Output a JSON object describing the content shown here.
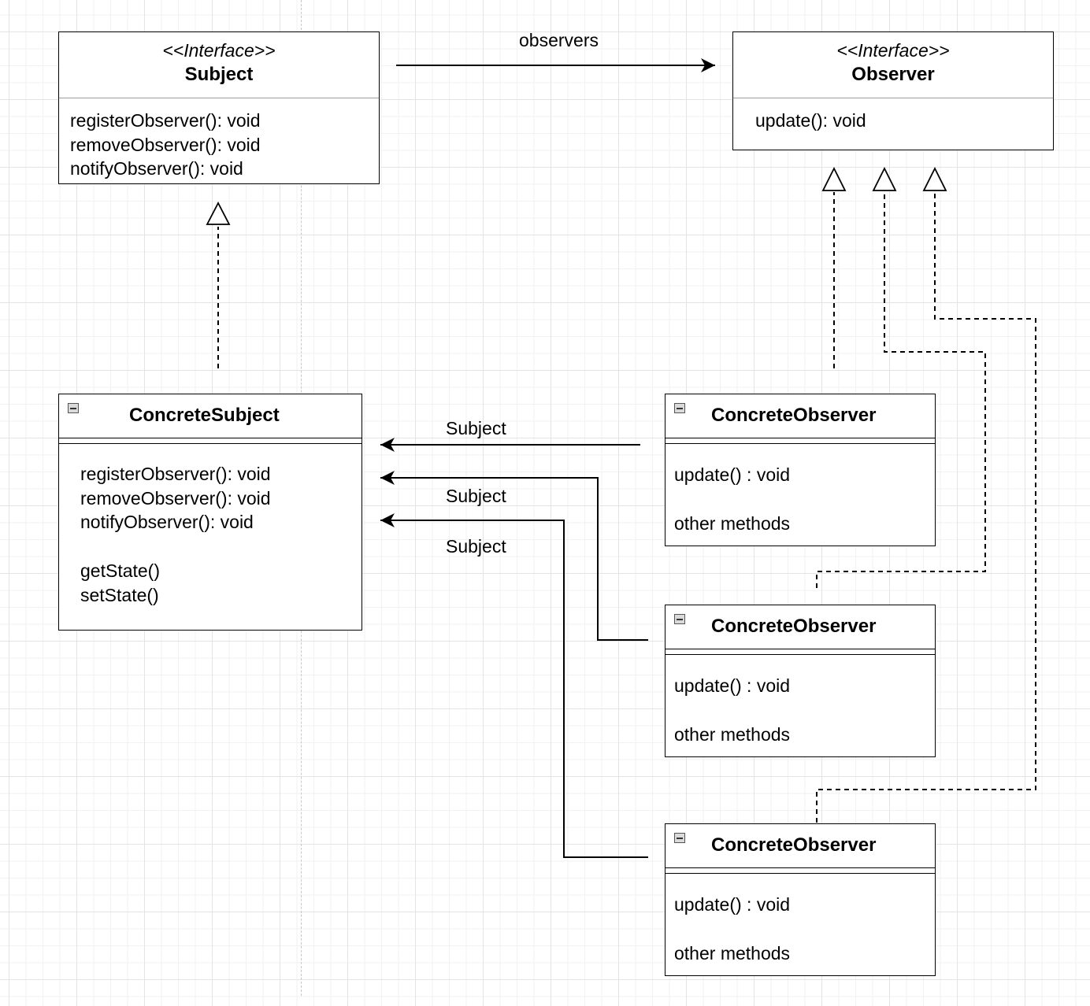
{
  "subject_interface": {
    "stereotype": "<<Interface>>",
    "name": "Subject",
    "operations": [
      "registerObserver(): void",
      "removeObserver(): void",
      "notifyObserver(): void"
    ]
  },
  "observer_interface": {
    "stereotype": "<<Interface>>",
    "name": "Observer",
    "operations": [
      "update(): void"
    ]
  },
  "concrete_subject": {
    "name": "ConcreteSubject",
    "operations": [
      "registerObserver(): void",
      "removeObserver(): void",
      "notifyObserver(): void"
    ],
    "state_methods": [
      "getState()",
      "setState()"
    ]
  },
  "concrete_observers": [
    {
      "name": "ConcreteObserver",
      "method": "update() : void",
      "other": "other methods"
    },
    {
      "name": "ConcreteObserver",
      "method": "update() : void",
      "other": "other methods"
    },
    {
      "name": "ConcreteObserver",
      "method": "update() : void",
      "other": "other methods"
    }
  ],
  "edge_labels": {
    "observers": "observers",
    "subject_refs": [
      "Subject",
      "Subject",
      "Subject"
    ]
  }
}
